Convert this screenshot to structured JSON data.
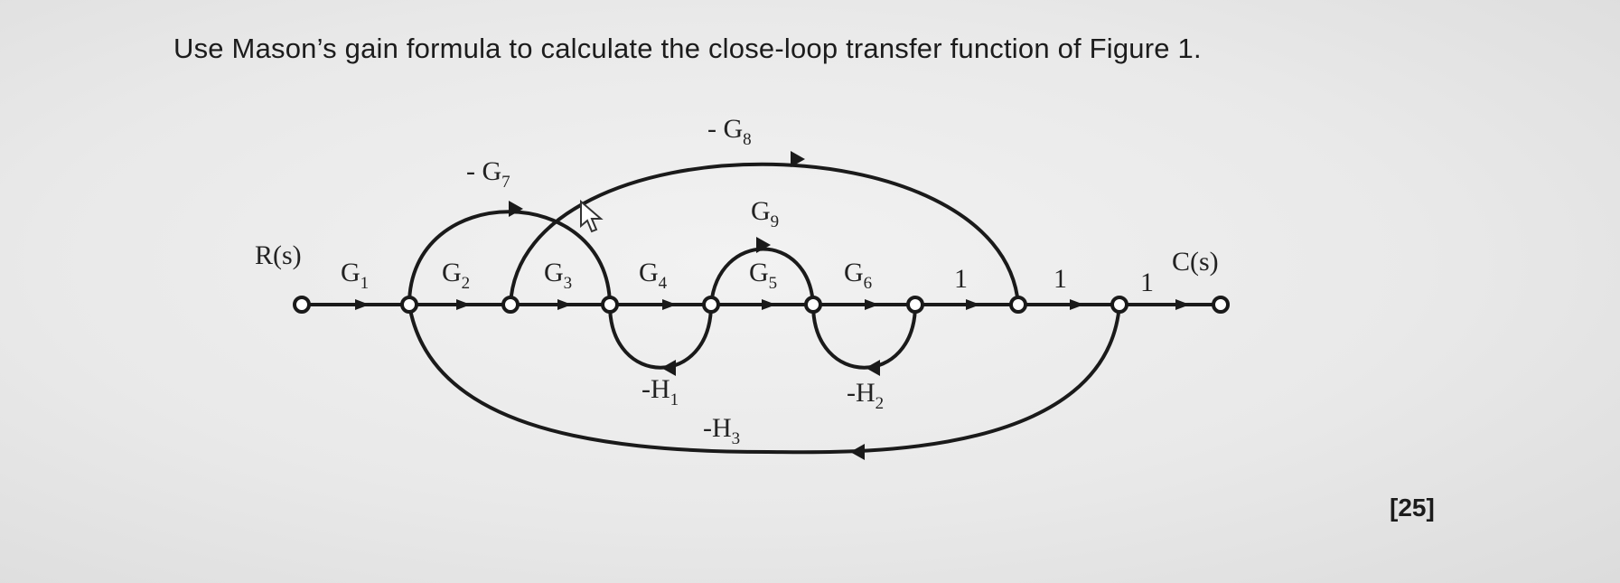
{
  "question": {
    "text": "Use Mason’s gain formula to calculate the close-loop transfer function of Figure 1.",
    "marks": "[25]"
  },
  "diagram": {
    "input_label": "R(s)",
    "output_label": "C(s)",
    "forward_branches": [
      {
        "base": "G",
        "sub": "1"
      },
      {
        "base": "G",
        "sub": "2"
      },
      {
        "base": "G",
        "sub": "3"
      },
      {
        "base": "G",
        "sub": "4"
      },
      {
        "base": "G",
        "sub": "5"
      },
      {
        "base": "G",
        "sub": "6"
      },
      {
        "base": "1",
        "sub": ""
      },
      {
        "base": "1",
        "sub": ""
      },
      {
        "base": "1",
        "sub": ""
      }
    ],
    "g7": {
      "base": "- G",
      "sub": "7"
    },
    "g8": {
      "base": "- G",
      "sub": "8"
    },
    "g9": {
      "base": "G",
      "sub": "9"
    },
    "h1": {
      "base": "-H",
      "sub": "1"
    },
    "h2": {
      "base": "-H",
      "sub": "2"
    },
    "h3": {
      "base": "-H",
      "sub": "3"
    }
  }
}
